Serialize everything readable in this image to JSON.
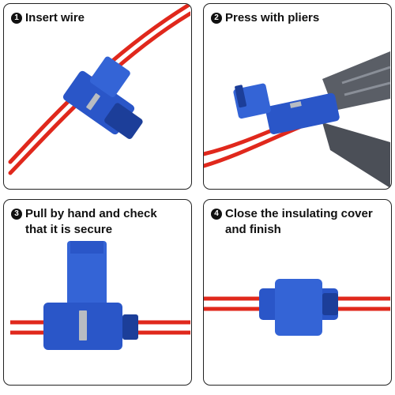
{
  "steps": [
    {
      "number": "1",
      "text": "Insert wire"
    },
    {
      "number": "2",
      "text": "Press with pliers"
    },
    {
      "number": "3",
      "text": "Pull by hand and check\nthat it is secure"
    },
    {
      "number": "4",
      "text": "Close the insulating cover\nand finish"
    }
  ],
  "colors": {
    "wire": "#e0281c",
    "connector": "#2a56c8",
    "connector_dark": "#1c3e99",
    "blade": "#b8bcc2",
    "pliers": "#5a5e66"
  }
}
